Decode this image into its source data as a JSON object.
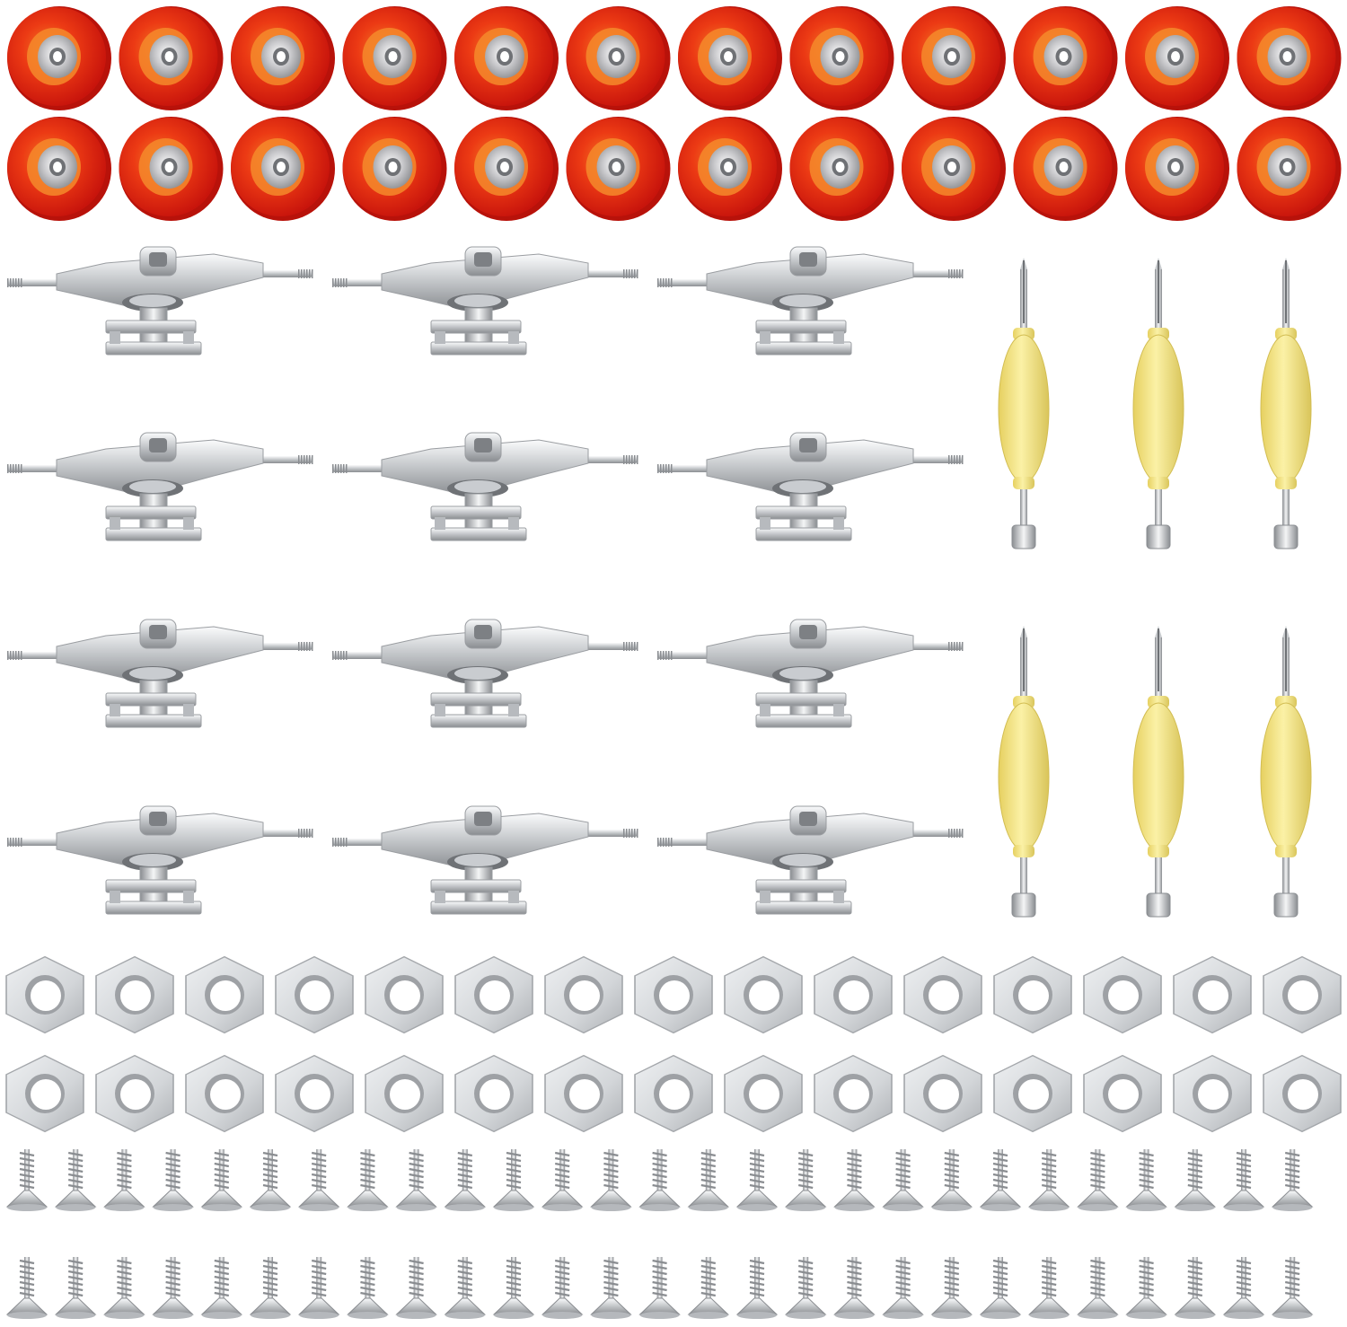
{
  "scene": {
    "subject": "",
    "background": "#ffffff"
  },
  "palette": {
    "wheel_outer": "#d81c10",
    "wheel_mid": "#ec3a14",
    "wheel_inner": "#f47a24",
    "bearing": "#c9c9cc",
    "metal_light": "#eef0f2",
    "metal_mid": "#c7cacd",
    "metal_dark": "#8a8d91",
    "tool_yellow": "#f3e58a",
    "tool_yellow_dark": "#d9c55a"
  },
  "groups": [
    {
      "name": "wheels",
      "icon": "wheel-icon",
      "count": 24
    },
    {
      "name": "trucks",
      "icon": "truck-icon",
      "count": 12
    },
    {
      "name": "tools",
      "icon": "tool-icon",
      "count": 6
    },
    {
      "name": "nuts",
      "icon": "hex-nut-icon",
      "count": 30
    },
    {
      "name": "screws",
      "icon": "screw-icon",
      "count": 54
    }
  ]
}
